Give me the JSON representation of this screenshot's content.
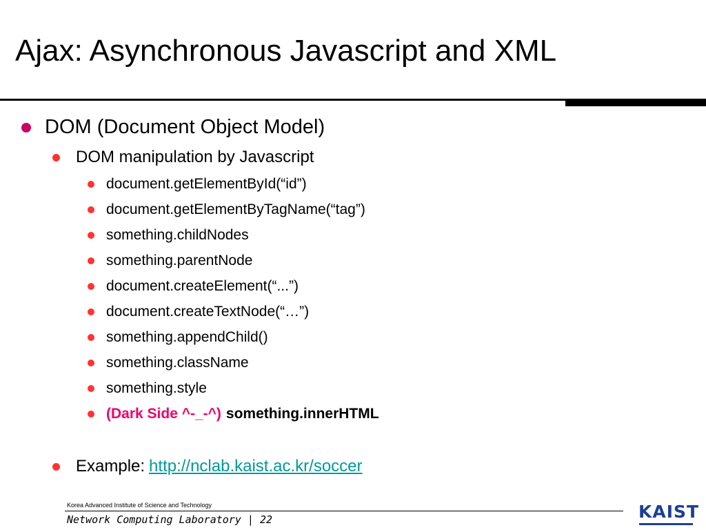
{
  "slide": {
    "title": "Ajax: Asynchronous Javascript and XML",
    "bullet_l1": "DOM (Document Object Model)",
    "bullet_l2": "DOM manipulation by Javascript",
    "items": [
      "document.getElementById(“id”)",
      "document.getElementByTagName(“tag”)",
      "something.childNodes",
      "something.parentNode",
      "document.createElement(“...”)",
      "document.createTextNode(“…”)",
      "something.appendChild()",
      "something.className",
      "something.style"
    ],
    "dark_side_label": "(Dark Side ^-_-^)",
    "dark_side_text": "something.innerHTML",
    "example_label": "Example: ",
    "example_link": "http://nclab.kaist.ac.kr/soccer"
  },
  "footer": {
    "institution": "Korea Advanced Institute of Science and Technology",
    "lab": "Network Computing Laboratory | 22",
    "logo_text": "KAIST"
  },
  "colors": {
    "bullet_primary": "#cc0066",
    "bullet_secondary": "#ff3333",
    "dark_side": "#ee0066",
    "link": "#009999",
    "logo": "#1c3f94"
  }
}
